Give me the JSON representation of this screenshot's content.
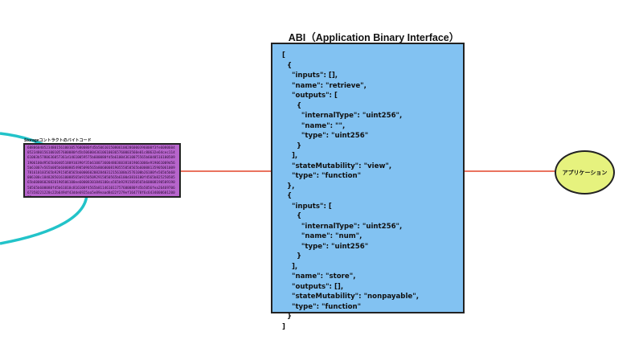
{
  "abi_panel": {
    "title": "ABI（Application Binary Interface）",
    "code_lines": [
      "[",
      "  {",
      "    \"inputs\": [],",
      "    \"name\": \"retrieve\",",
      "    \"outputs\": [",
      "      {",
      "        \"internalType\": \"uint256\",",
      "        \"name\": \"\",",
      "        \"type\": \"uint256\"",
      "      }",
      "    ],",
      "    \"stateMutability\": \"view\",",
      "    \"type\": \"function\"",
      "  },",
      "  {",
      "    \"inputs\": [",
      "      {",
      "        \"internalType\": \"uint256\",",
      "        \"name\": \"num\",",
      "        \"type\": \"uint256\"",
      "      }",
      "    ],",
      "    \"name\": \"store\",",
      "    \"outputs\": [],",
      "    \"stateMutability\": \"nonpayable\",",
      "    \"type\": \"function\"",
      "  }",
      "]"
    ]
  },
  "bytecode_panel": {
    "label": "Storageコントラクトのバイトコード",
    "bytecode": "608060405234801561001057600080fd5b50610150806100206000396000f3fe608060405234801561001057600080fd5b50600436106100365760003560e01c80632e64cec11461003b5780636057361d14610059575b600080fd5b610043610075565b60405161005091906100d9565b60405180910390f35b610073600480360381019061006e919061009d565b61007e565b005b60008054905090565b8060008190555050565b60008135905061009781610103565b92915050565b6000602082840312156100b3576100b26100fe565b5b60006100c184828501610088565b91505092915050565b6100d3816100f4565b82525050565b60006020820190506100ee60008301846100ca565b92915050565b6000819050919050565b600080fd5b61010c816100f4565b811461011757600080fd5b5056fea2646970667358221220c22b649df43dde6925aa5e89eaad8d22f279ef164778f6c643400060120033"
  },
  "application_node": {
    "label": "アプリケーション"
  },
  "colors": {
    "abi_fill": "#82c2f2",
    "bytecode_fill": "#b765cc",
    "application_fill": "#e6f27e",
    "connector": "#e4452a",
    "curve": "#22c3c9",
    "outline": "#222222"
  }
}
